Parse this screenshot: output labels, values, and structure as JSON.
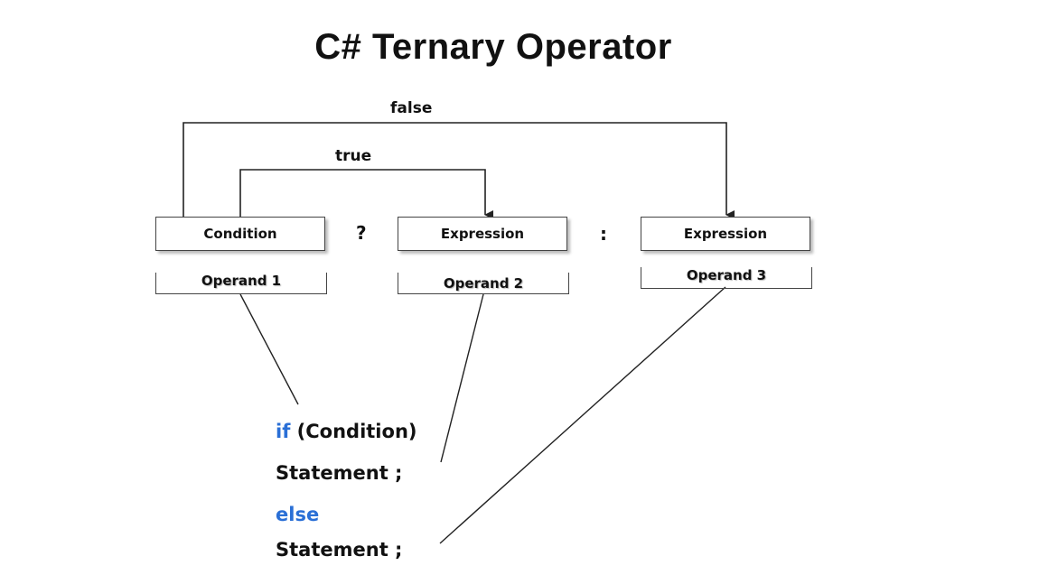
{
  "title": "C# Ternary Operator",
  "labels": {
    "false": "false",
    "true": "true",
    "question": "?",
    "colon": ":"
  },
  "boxes": [
    {
      "text": "Condition",
      "operand": "Operand 1"
    },
    {
      "text": "Expression",
      "operand": "Operand 2"
    },
    {
      "text": "Expression",
      "operand": "Operand 3"
    }
  ],
  "code": {
    "if_keyword": "if",
    "condition": "(Condition)",
    "statement_1": "Statement ;",
    "else_keyword": "else",
    "statement_2": "Statement ;"
  },
  "colors": {
    "keyword": "#2a6fd6",
    "line": "#222222"
  }
}
